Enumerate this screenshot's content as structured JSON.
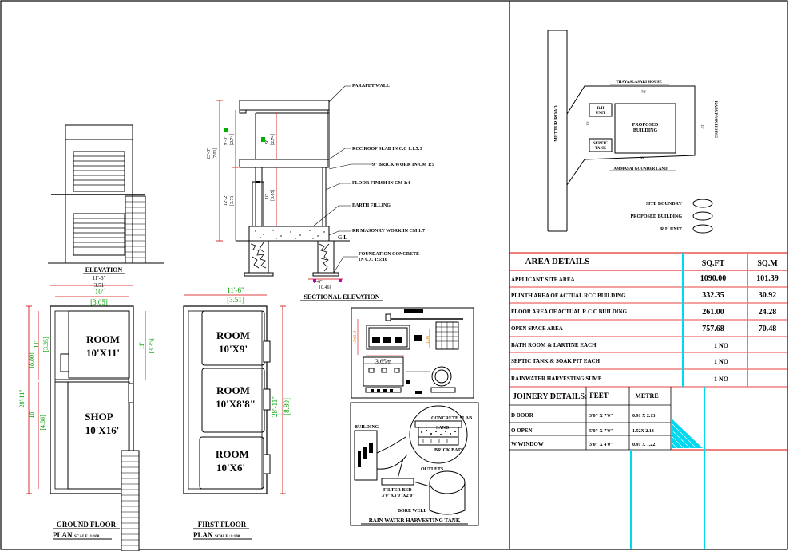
{
  "elevation": {
    "title": "ELEVATION"
  },
  "sectional_elevation": {
    "title": "SECTIONAL ELEVATION",
    "labels": {
      "parapet": "PARAPET  WALL",
      "roof_slab": "RCC ROOF SLAB IN C.C 1:1.5:3",
      "brick": "9\" BRICK WORK IN CM 1:5",
      "floor_finish": "FLOOR FINISH IN CM 1:4",
      "earth": "EARTH FILLING",
      "rr_masonry": "RR MASONRY WORK IN CM 1:7",
      "foundation_line1": "FOUNDATION CONCRETE",
      "foundation_line2": "IN C.C 1:5:10",
      "gl": "G.L"
    },
    "dims": {
      "total_ft": "23'-0\"",
      "total_m": "[7.01]",
      "upper_ft": "9'-0\"",
      "upper_m": "[2.74]",
      "upper_inner_ft": "9'",
      "upper_inner_m": "[2.74]",
      "lower_ft": "12'-2\"",
      "lower_m": "[3.71]",
      "lower_inner_ft": "10'",
      "lower_inner_m": "[3.05]",
      "footing_ft": "1'-6\"",
      "footing_m": "[0.46]"
    }
  },
  "ground_floor": {
    "title": "GROUND FLOOR",
    "plan": "PLAN",
    "scale": "SCALE :1:100",
    "width_outer_ft": "11'-6\"",
    "width_outer_m": "[3.51]",
    "width_inner_ft": "10'",
    "width_inner_m": "[3.05]",
    "total_depth_ft": "28'-11\"",
    "total_depth_m": "[8.80]",
    "room_depth_ft": "11'",
    "room_depth_m": "[3.35]",
    "shop_depth_ft": "16'",
    "shop_depth_m": "[4.88]",
    "right_ft": "11'",
    "right_m": "[3.35]",
    "rooms": [
      {
        "name": "ROOM",
        "size": "10'X11'"
      },
      {
        "name": "SHOP",
        "size": "10'X16'"
      }
    ]
  },
  "first_floor": {
    "title": "FIRST FLOOR",
    "plan": "PLAN",
    "scale": "SCALE :1:100",
    "width_ft": "11'-6\"",
    "width_m": "[3.51]",
    "depth_ft": "28'-11\"",
    "depth_m": "[8.80]",
    "rooms": [
      {
        "name": "ROOM",
        "size": "10'X9'"
      },
      {
        "name": "ROOM",
        "size": "10'X8'8\""
      },
      {
        "name": "ROOM",
        "size": "10'X6'"
      }
    ]
  },
  "septic": {
    "dim_w": "3.65m",
    "dim_h": "1.0x1.0",
    "dim_side": "1.36"
  },
  "rainwater": {
    "title": "RAIN WATER HARVESTING TANK",
    "building": "BUILDING",
    "concrete_slab": "CONCRETE SLAB",
    "sand": "SAND",
    "brick_bats": "BRICK BATS",
    "outlets": "OUTLETS",
    "filter_bed_1": "FILTER BED",
    "filter_bed_2": "3'0\"X3'0\"X2'0\"",
    "bore_well": "BORE WELL"
  },
  "site_plan": {
    "north_road": "THAYASLASARI HOUSE",
    "north_dim": "70'",
    "road": "METTUR ROAD",
    "right_label": "KARUPPAN HOUSE",
    "south_label": "AMMASAI GOUNDER LAND",
    "south_dim": "66'",
    "left_dim": "10'",
    "right_dim": "10'",
    "rh_unit_1": "R.H",
    "rh_unit_2": "UNIT",
    "septic_1": "SEPTIC",
    "septic_2": "TANK",
    "building_1": "PROPOSED",
    "building_2": "BUILDING",
    "legend": [
      "SITE BOUNDRY",
      "PROPOSED BUILDING",
      "R.H.UNIT"
    ]
  },
  "area_details": {
    "title": "AREA  DETAILS",
    "col_sqft": "SQ.FT",
    "col_sqm": "SQ.M",
    "rows": [
      {
        "label": "APPLICANT  SITE  AREA",
        "sqft": "1090.00",
        "sqm": "101.39"
      },
      {
        "label": "PLINTH AREA OF ACTUAL RCC BUILDING",
        "sqft": "332.35",
        "sqm": "30.92"
      },
      {
        "label": "FLOOR AREA OF ACTUAL R.C.C BUILDING",
        "sqft": "261.00",
        "sqm": "24.28"
      },
      {
        "label": "OPEN SPACE AREA",
        "sqft": "757.68",
        "sqm": "70.48"
      },
      {
        "label": "BATH ROOM & LARTINE EACH",
        "sqft": "1 NO",
        "sqm": ""
      },
      {
        "label": "SEPTIC TANK    &    SOAK PIT    EACH",
        "sqft": "1 NO",
        "sqm": ""
      },
      {
        "label": "RAINWATER HARVESTING SUMP",
        "sqft": "1 NO",
        "sqm": ""
      }
    ]
  },
  "joinery": {
    "title": "JOINERY DETAILS:",
    "col_feet": "FEET",
    "col_metre": "METRE",
    "rows": [
      {
        "label": "D  DOOR",
        "feet": "3'0\" X 7'0\"",
        "metre": "0.91 X 2.13"
      },
      {
        "label": "O  OPEN",
        "feet": "5'0\" X 7'0\"",
        "metre": "1.52X 2.13"
      },
      {
        "label": "W   WINDOW",
        "feet": "3'0\" X 4'0\"",
        "metre": "0.91 X 1.22"
      }
    ]
  }
}
